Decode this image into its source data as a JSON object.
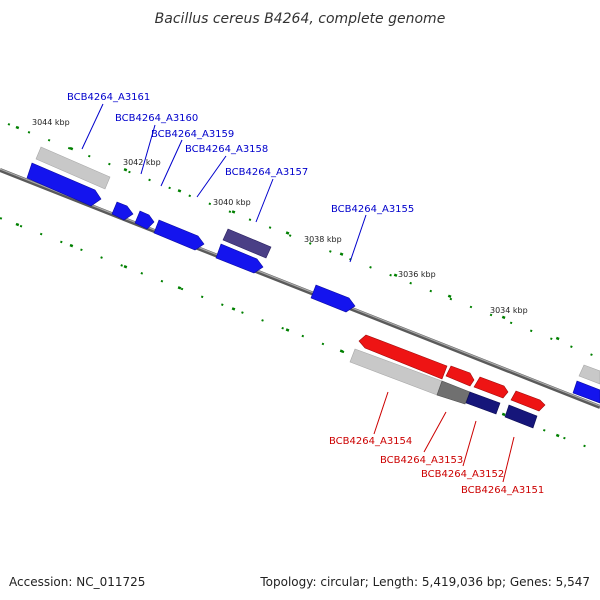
{
  "title": "Bacillus cereus B4264, complete genome",
  "footer": {
    "accession": "Accession: NC_011725",
    "summary": "Topology: circular; Length: 5,419,036 bp; Genes: 5,547"
  },
  "colors": {
    "forward_label": "#0000cc",
    "reverse_label": "#cc0000",
    "backbone": "#808080",
    "tick": "#008000",
    "feature_blue": "#1414ee",
    "feature_red": "#ee1414",
    "feature_gray": "#c8c8c8",
    "feature_navy": "#16167a",
    "feature_purple": "#4a3f86",
    "feature_dark_gray": "#707070"
  },
  "kbp_labels": [
    "3044 kbp",
    "3042 kbp",
    "3040 kbp",
    "3038 kbp",
    "3036 kbp",
    "3034 kbp"
  ],
  "forward_genes": [
    "BCB4264_A3161",
    "BCB4264_A3160",
    "BCB4264_A3159",
    "BCB4264_A3158",
    "BCB4264_A3157",
    "BCB4264_A3155"
  ],
  "reverse_genes": [
    "BCB4264_A3154",
    "BCB4264_A3153",
    "BCB4264_A3152",
    "BCB4264_A3151"
  ]
}
